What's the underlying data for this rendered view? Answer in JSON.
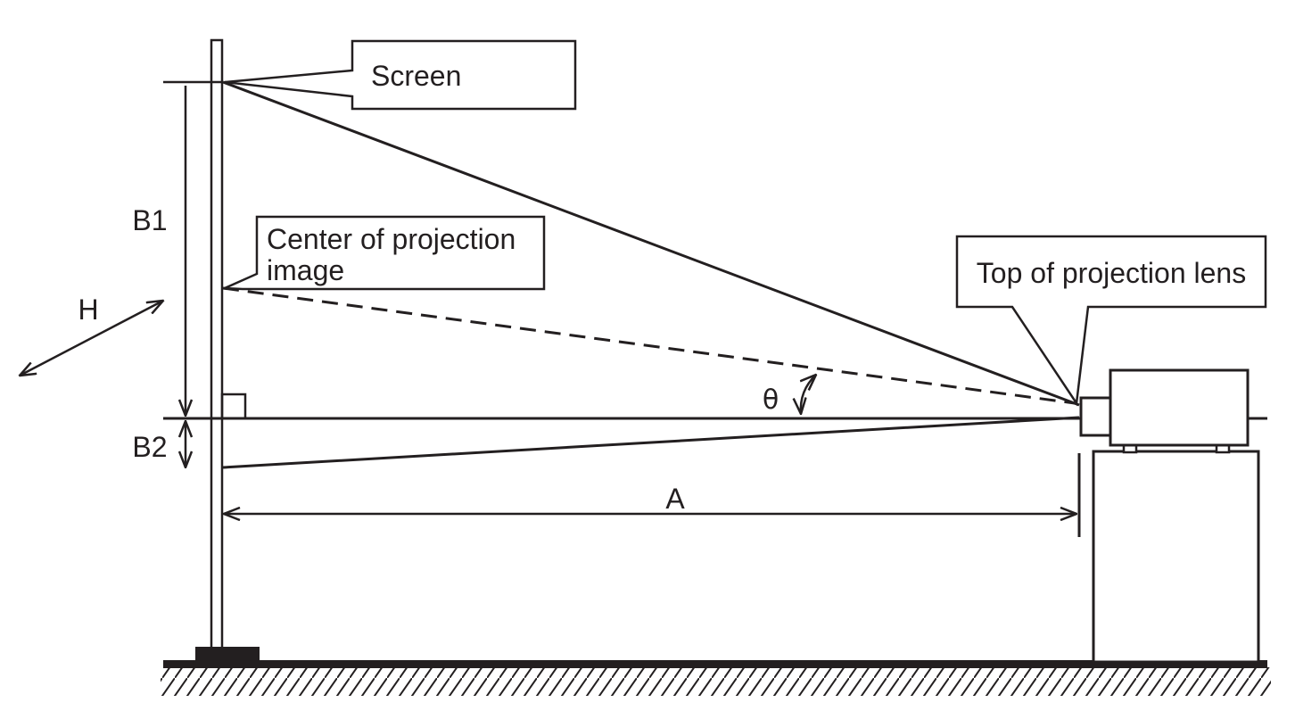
{
  "labels": {
    "screen": "Screen",
    "center_line1": "Center of projection",
    "center_line2": "image",
    "top_lens": "Top of projection lens",
    "b1": "B1",
    "b2": "B2",
    "h": "H",
    "a": "A",
    "theta": "θ"
  },
  "colors": {
    "ink": "#231f20",
    "background": "#ffffff"
  }
}
